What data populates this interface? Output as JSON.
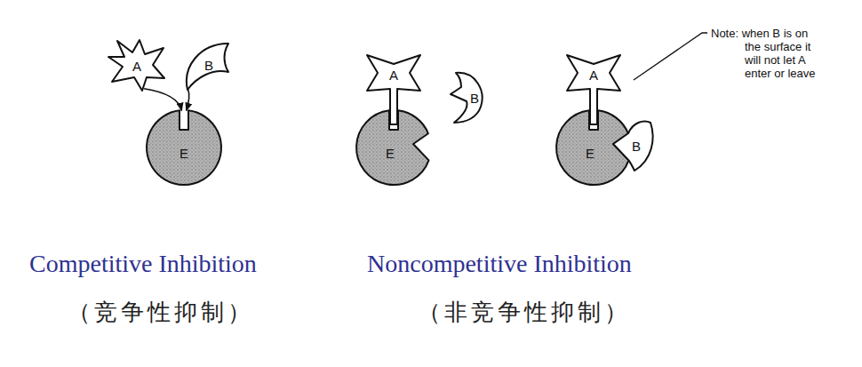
{
  "diagram": {
    "nodes": [
      {
        "text": [
          "A"
        ]
      },
      {
        "text": [
          "B"
        ]
      },
      {
        "text": [
          "E"
        ]
      },
      {
        "text": [
          "A"
        ]
      },
      {
        "text": [
          "E"
        ]
      },
      {
        "text": [
          "B"
        ]
      },
      {
        "text": [
          "A"
        ]
      },
      {
        "text": [
          "E"
        ]
      },
      {
        "text": [
          "B"
        ]
      }
    ],
    "edges": [
      {
        "from": 0,
        "to": 2,
        "arrow": "to"
      },
      {
        "from": 1,
        "to": 2,
        "arrow": "to"
      }
    ],
    "labels": [
      "Note: when B is on the surface it will not let A enter or leave",
      "Competitive Inhibition",
      "（竞争性抑制）",
      "Noncompetitive Inhibition",
      "（非竞争性抑制）"
    ]
  }
}
